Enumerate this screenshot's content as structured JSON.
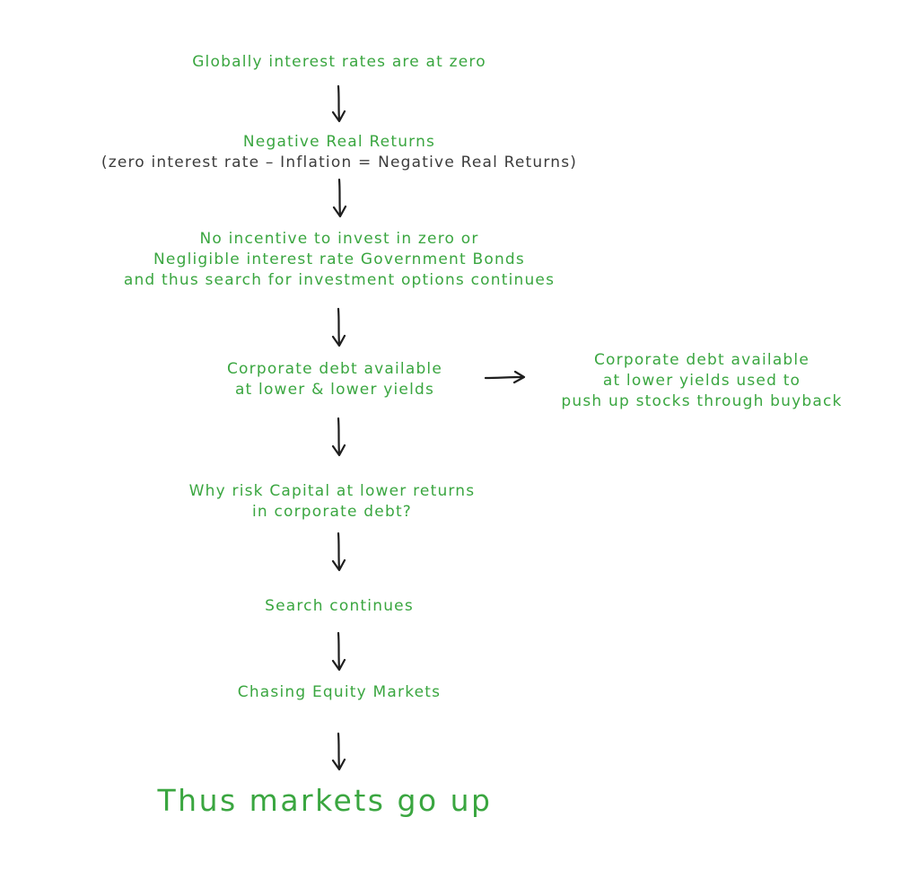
{
  "nodes": {
    "globally_zero": "Globally interest rates are at zero",
    "negative_real_returns": {
      "title": "Negative Real Returns",
      "formula": "(zero interest rate  – Inflation = Negative Real Returns)"
    },
    "no_incentive": {
      "line1": "No incentive to invest in zero or",
      "line2": "Negligible interest rate Government Bonds",
      "line3": "and thus search for investment options continues"
    },
    "corporate_debt": {
      "line1": "Corporate debt available",
      "line2": "at lower & lower yields"
    },
    "buyback": {
      "line1": "Corporate debt available",
      "line2": "at lower yields used to",
      "line3": "push up stocks through buyback"
    },
    "why_risk": {
      "line1": "Why risk Capital at lower returns",
      "line2": "in corporate debt?"
    },
    "search_continues": "Search continues",
    "chasing_equity": "Chasing Equity Markets",
    "conclusion": "Thus markets go up"
  },
  "colors": {
    "text_green": "#3aa640",
    "formula_gray": "#3c3c3c",
    "arrow": "#1e1e1e",
    "background": "#ffffff"
  }
}
